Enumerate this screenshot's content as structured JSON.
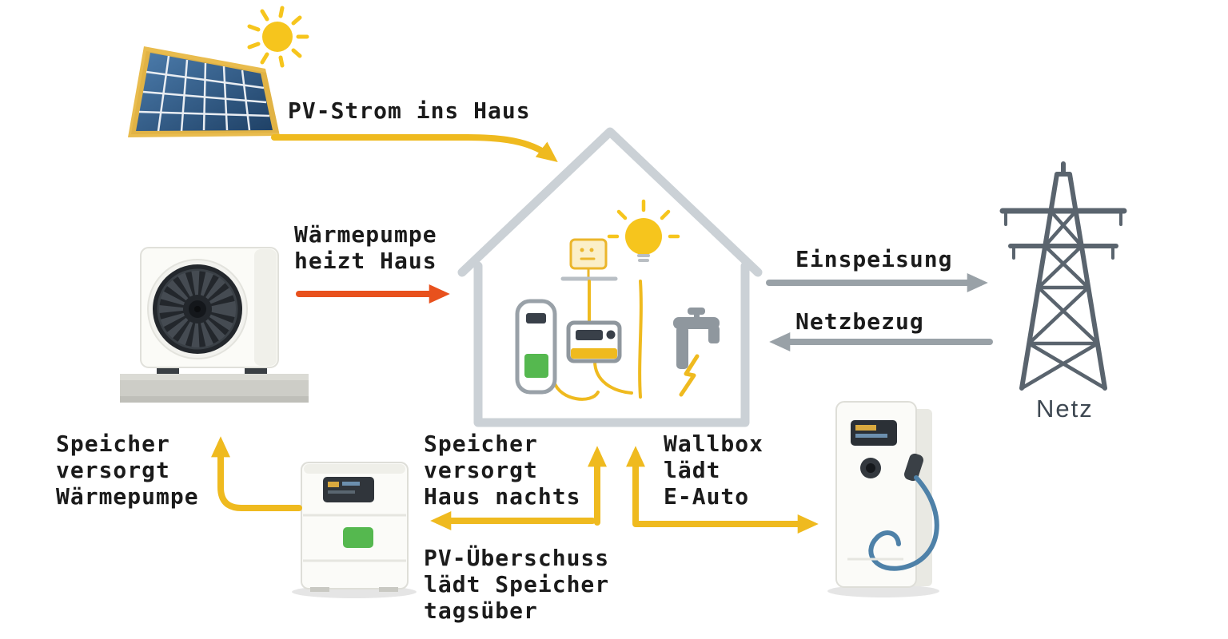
{
  "labels": {
    "pv_to_house": "PV-Strom ins Haus",
    "heatpump_heats_house": "Wärmepumpe\nheizt Haus",
    "feed_in": "Einspeisung",
    "grid_draw": "Netzbezug",
    "grid_name": "Netz",
    "storage_supplies_heatpump": "Speicher\nversorgt\nWärmepumpe",
    "storage_supplies_house_night": "Speicher\nversorgt\nHaus nachts",
    "wallbox_charges_ev": "Wallbox\nlädt\nE-Auto",
    "pv_surplus_charges_storage": "PV-Überschuss\nlädt Speicher\ntagsüber"
  },
  "colors": {
    "flow_yellow": "#EFBA1F",
    "flow_orange": "#E8511D",
    "flow_gray": "#99A1A7",
    "label_text": "#1B1B1B",
    "grid_label_text": "#3E4852",
    "house_outline": "#CBD1D6",
    "tower_gray": "#5A646E",
    "indicator_green": "#55B84F",
    "sun_yellow": "#F6C51D",
    "panel_blue_dark": "#1F4166",
    "panel_blue_light": "#4C7CAC",
    "panel_frame_gold": "#E9BC4E",
    "cable_blue": "#4E81A8"
  },
  "icons": [
    "sun-icon",
    "solar-panel-icon",
    "house-icon",
    "light-bulb-icon",
    "thermostat-icon",
    "inverter-battery-icon",
    "washing-machine-icon",
    "faucet-icon",
    "power-bolt-icon",
    "heat-pump-icon",
    "fan-icon",
    "battery-storage-icon",
    "ev-charger-icon",
    "charging-cable-icon",
    "power-tower-icon"
  ]
}
